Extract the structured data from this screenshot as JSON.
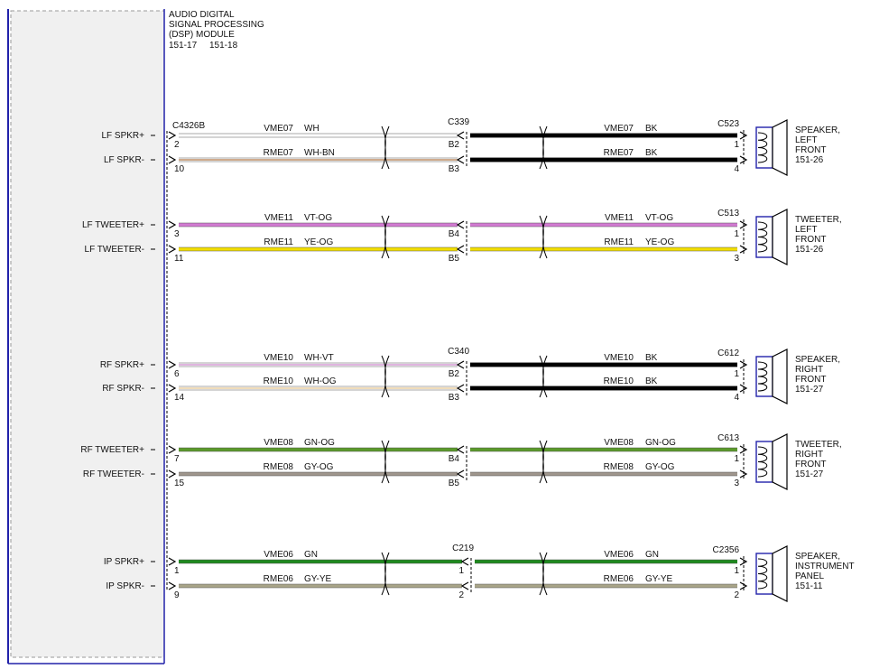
{
  "module": {
    "title_lines": [
      "AUDIO DIGITAL",
      "SIGNAL PROCESSING",
      "(DSP) MODULE"
    ],
    "refs": [
      "151-17",
      "151-18"
    ],
    "left_connector": "C4326B"
  },
  "groups": [
    {
      "id": "lf-speaker",
      "mid_connector": "C339",
      "end_connector": "C523",
      "device": {
        "lines": [
          "SPEAKER,",
          "LEFT",
          "FRONT"
        ],
        "ref": "151-26"
      },
      "circuits": [
        {
          "label": "LF SPKR+",
          "pin": "2",
          "mid_pin": "B2",
          "end_pin": "1",
          "left_circuit": "VME07",
          "left_color": "WH",
          "right_circuit": "VME07",
          "right_color": "BK",
          "left_stroke": "#ffffff",
          "right_stroke": "#000000"
        },
        {
          "label": "LF SPKR-",
          "pin": "10",
          "mid_pin": "B3",
          "end_pin": "4",
          "left_circuit": "RME07",
          "left_color": "WH-BN",
          "right_circuit": "RME07",
          "right_color": "BK",
          "left_stroke": "#ffffff",
          "left_tracer": "#b07848",
          "right_stroke": "#000000"
        }
      ]
    },
    {
      "id": "lf-tweeter",
      "mid_connector": "",
      "end_connector": "C513",
      "device": {
        "lines": [
          "TWEETER,",
          "LEFT",
          "FRONT"
        ],
        "ref": "151-26"
      },
      "circuits": [
        {
          "label": "LF TWEETER+",
          "pin": "3",
          "mid_pin": "B4",
          "end_pin": "1",
          "left_circuit": "VME11",
          "left_color": "VT-OG",
          "right_circuit": "VME11",
          "right_color": "VT-OG",
          "left_stroke": "#d27ad2",
          "right_stroke": "#d27ad2"
        },
        {
          "label": "LF TWEETER-",
          "pin": "11",
          "mid_pin": "B5",
          "end_pin": "3",
          "left_circuit": "RME11",
          "left_color": "YE-OG",
          "right_circuit": "RME11",
          "right_color": "YE-OG",
          "left_stroke": "#f2de00",
          "right_stroke": "#f2de00"
        }
      ]
    },
    {
      "id": "rf-speaker",
      "mid_connector": "C340",
      "end_connector": "C612",
      "device": {
        "lines": [
          "SPEAKER,",
          "RIGHT",
          "FRONT"
        ],
        "ref": "151-27"
      },
      "circuits": [
        {
          "label": "RF SPKR+",
          "pin": "6",
          "mid_pin": "B2",
          "end_pin": "1",
          "left_circuit": "VME10",
          "left_color": "WH-VT",
          "right_circuit": "VME10",
          "right_color": "BK",
          "left_stroke": "#ffffff",
          "left_tracer": "#cc88cc",
          "right_stroke": "#000000"
        },
        {
          "label": "RF SPKR-",
          "pin": "14",
          "mid_pin": "B3",
          "end_pin": "4",
          "left_circuit": "RME10",
          "left_color": "WH-OG",
          "right_circuit": "RME10",
          "right_color": "BK",
          "left_stroke": "#ffffff",
          "left_tracer": "#e8c890",
          "right_stroke": "#000000"
        }
      ]
    },
    {
      "id": "rf-tweeter",
      "mid_connector": "",
      "end_connector": "C613",
      "device": {
        "lines": [
          "TWEETER,",
          "RIGHT",
          "FRONT"
        ],
        "ref": "151-27"
      },
      "circuits": [
        {
          "label": "RF TWEETER+",
          "pin": "7",
          "mid_pin": "B4",
          "end_pin": "1",
          "left_circuit": "VME08",
          "left_color": "GN-OG",
          "right_circuit": "VME08",
          "right_color": "GN-OG",
          "left_stroke": "#5a9a2a",
          "right_stroke": "#5a9a2a"
        },
        {
          "label": "RF TWEETER-",
          "pin": "15",
          "mid_pin": "B5",
          "end_pin": "3",
          "left_circuit": "RME08",
          "left_color": "GY-OG",
          "right_circuit": "RME08",
          "right_color": "GY-OG",
          "left_stroke": "#9e958c",
          "right_stroke": "#9e958c"
        }
      ]
    },
    {
      "id": "ip-speaker",
      "mid_connector": "C219",
      "end_connector": "C2356",
      "device": {
        "lines": [
          "SPEAKER,",
          "INSTRUMENT",
          "PANEL"
        ],
        "ref": "151-11"
      },
      "circuits": [
        {
          "label": "IP SPKR+",
          "pin": "1",
          "mid_pin": "1",
          "end_pin": "1",
          "left_circuit": "VME06",
          "left_color": "GN",
          "right_circuit": "VME06",
          "right_color": "GN",
          "left_stroke": "#1e8a1e",
          "right_stroke": "#1e8a1e"
        },
        {
          "label": "IP SPKR-",
          "pin": "9",
          "mid_pin": "2",
          "end_pin": "2",
          "left_circuit": "RME06",
          "left_color": "GY-YE",
          "right_circuit": "RME06",
          "right_color": "GY-YE",
          "left_stroke": "#a8a488",
          "right_stroke": "#a8a488"
        }
      ]
    }
  ]
}
